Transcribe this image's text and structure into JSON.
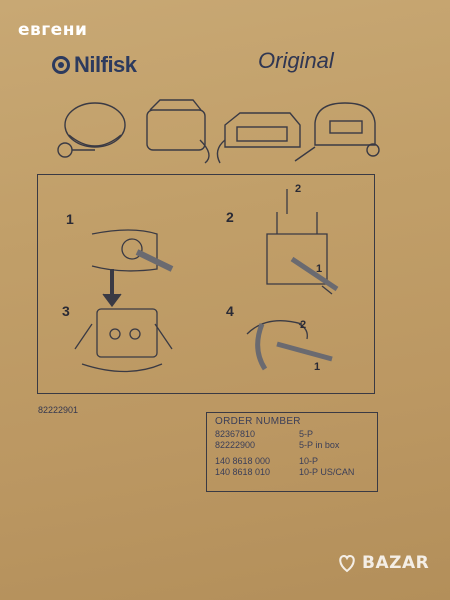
{
  "watermark_top": "евгени",
  "brand": {
    "name": "Nilfisk",
    "tagline": "Original"
  },
  "steps": [
    "1",
    "2",
    "3",
    "4"
  ],
  "step2_arrows": [
    "2",
    "1"
  ],
  "step4_arrows": [
    "2",
    "1"
  ],
  "part_code": "82222901",
  "order": {
    "title": "ORDER NUMBER",
    "group1": [
      {
        "code": "82367810",
        "desc": "5-P"
      },
      {
        "code": "82222900",
        "desc": "5-P in box"
      }
    ],
    "group2": [
      {
        "code": "140 8618 000",
        "desc": "10-P"
      },
      {
        "code": "140 8618 010",
        "desc": "10-P US/CAN"
      }
    ]
  },
  "watermark_bottom": "BAZAR",
  "colors": {
    "paper": "#c19f69",
    "ink": "#2c3a5e",
    "watermark": "#ffffff"
  }
}
